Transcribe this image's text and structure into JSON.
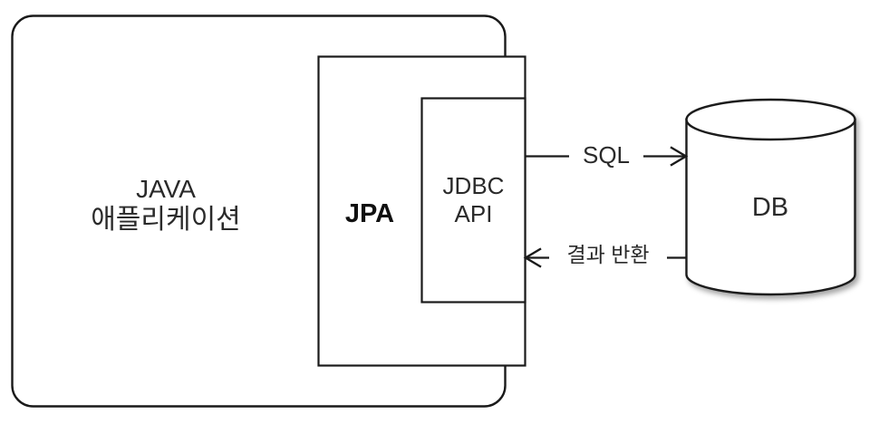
{
  "diagram": {
    "title": "JPA / JDBC / DB architecture diagram",
    "background_color": "#ffffff",
    "stroke_color": "#1a1a1a",
    "text_color": "#2a2a2a",
    "nodes": [
      {
        "id": "java-application",
        "label_line1": "JAVA",
        "label_line2": "애플리케이션",
        "shape": "rounded-rectangle"
      },
      {
        "id": "jpa",
        "label": "JPA",
        "shape": "rectangle",
        "bold": true
      },
      {
        "id": "jdbc-api",
        "label_line1": "JDBC",
        "label_line2": "API",
        "shape": "rectangle"
      },
      {
        "id": "database",
        "label": "DB",
        "shape": "cylinder"
      }
    ],
    "connectors": [
      {
        "id": "sql-request",
        "label": "SQL",
        "from": "jdbc-api",
        "to": "database",
        "direction": "right"
      },
      {
        "id": "result-return",
        "label": "결과 반환",
        "from": "database",
        "to": "jdbc-api",
        "direction": "left"
      }
    ]
  }
}
